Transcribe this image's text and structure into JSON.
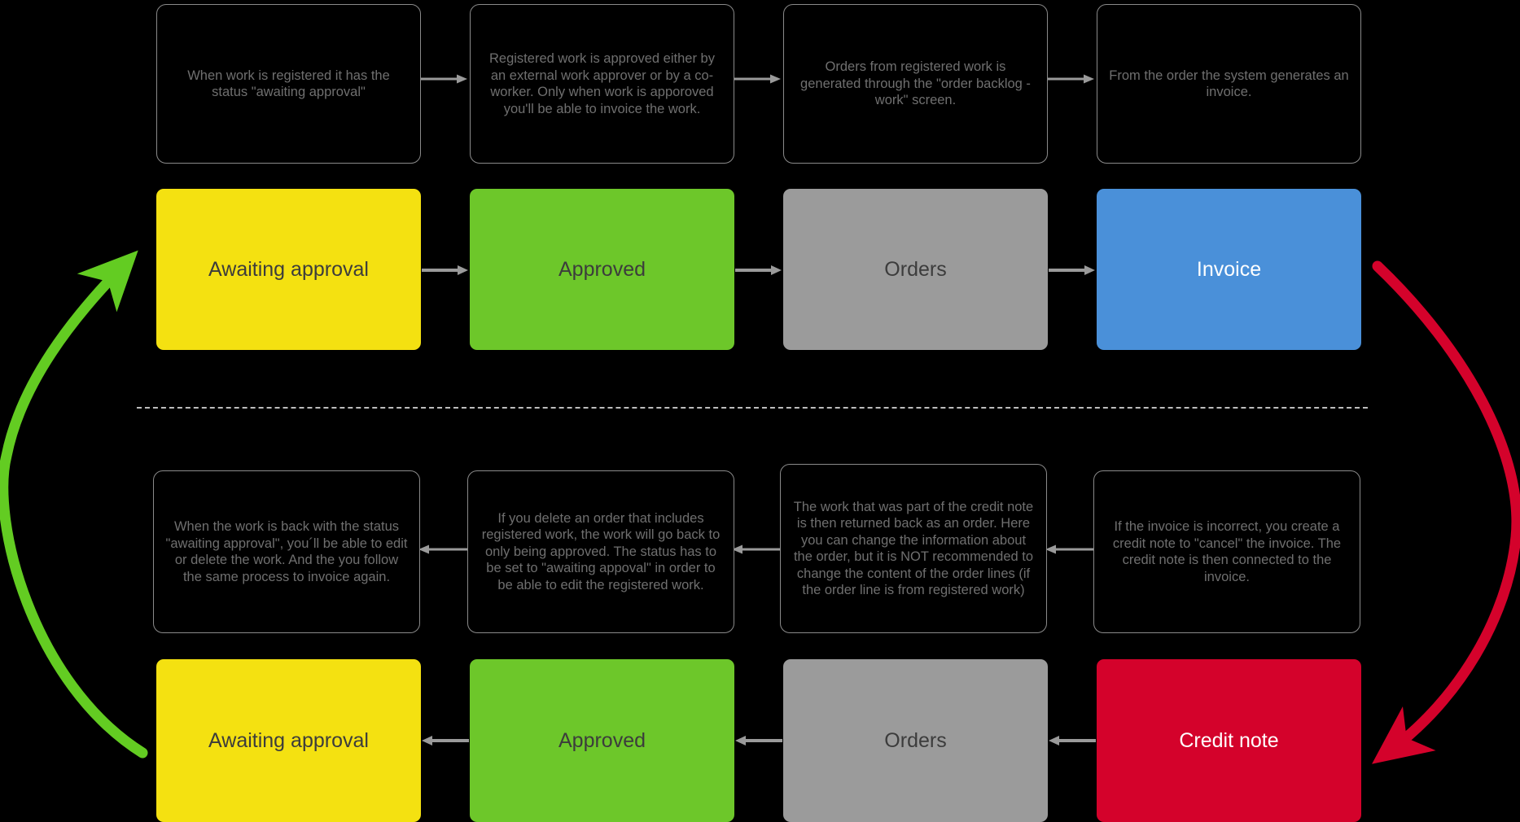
{
  "diagram": {
    "title": "Work registration to invoice and credit note flow",
    "background_color": "#000000",
    "divider_color": "#bdbdbd",
    "note_border_color": "#8a8a8a",
    "note_text_color": "#6f6f6f",
    "connector_color": "#9a9a9a"
  },
  "colors": {
    "awaiting_approval": "#F4E111",
    "approved": "#6DC72A",
    "orders": "#9B9B9B",
    "invoice": "#4A90D9",
    "credit_note": "#D4022B",
    "green_arrow": "#63CC22",
    "red_arrow": "#D4022B",
    "dark_label": "#3c3c3c",
    "light_label": "#ffffff"
  },
  "top_row": {
    "notes": [
      {
        "id": "note-registered",
        "text": "When work is registered it has the status \"awaiting approval\""
      },
      {
        "id": "note-approval",
        "text": "Registered work is approved either by an external work approver or by a co-worker. Only when work is apporoved you'll be able to invoice the work."
      },
      {
        "id": "note-orders",
        "text": "Orders from registered work is generated through the \"order backlog - work\" screen."
      },
      {
        "id": "note-invoice",
        "text": "From the order the system generates an invoice."
      }
    ],
    "statuses": [
      {
        "id": "status-awaiting-approval-top",
        "label": "Awaiting approval",
        "color_key": "awaiting_approval",
        "text_color_key": "dark_label"
      },
      {
        "id": "status-approved-top",
        "label": "Approved",
        "color_key": "approved",
        "text_color_key": "dark_label"
      },
      {
        "id": "status-orders-top",
        "label": "Orders",
        "color_key": "orders",
        "text_color_key": "dark_label"
      },
      {
        "id": "status-invoice-top",
        "label": "Invoice",
        "color_key": "invoice",
        "text_color_key": "light_label"
      }
    ],
    "flow_direction": "left-to-right"
  },
  "bottom_row": {
    "notes": [
      {
        "id": "note-back-awaiting",
        "text": "When the work is back with the status \"awaiting approval\", you´ll be able to edit or delete the work. And the you follow the same process to invoice again."
      },
      {
        "id": "note-delete-order",
        "text": "If you delete an order that includes registered work, the work will go back to only being approved. The status has to be set to \"awaiting appoval\" in order to be able to edit the registered work."
      },
      {
        "id": "note-credit-returned",
        "text": "The work that was part of the credit note is then returned back as an order. Here you can change the information about the order, but it is NOT recommended to change the content of the order lines (if the order line is from registered work)"
      },
      {
        "id": "note-credit-note",
        "text": "If the invoice is incorrect, you create a credit note to \"cancel\" the invoice. The credit note is then connected to the invoice."
      }
    ],
    "statuses": [
      {
        "id": "status-awaiting-approval-bottom",
        "label": "Awaiting approval",
        "color_key": "awaiting_approval",
        "text_color_key": "dark_label"
      },
      {
        "id": "status-approved-bottom",
        "label": "Approved",
        "color_key": "approved",
        "text_color_key": "dark_label"
      },
      {
        "id": "status-orders-bottom",
        "label": "Orders",
        "color_key": "orders",
        "text_color_key": "dark_label"
      },
      {
        "id": "status-credit-note-bottom",
        "label": "Credit note",
        "color_key": "credit_note",
        "text_color_key": "light_label"
      }
    ],
    "flow_direction": "right-to-left"
  },
  "curved_arrows": [
    {
      "id": "green-return-arrow",
      "color_key": "green_arrow",
      "from": "bottom Awaiting approval",
      "to": "top Awaiting approval",
      "direction": "upward"
    },
    {
      "id": "red-credit-arrow",
      "color_key": "red_arrow",
      "from": "top Invoice",
      "to": "bottom Credit note",
      "direction": "downward"
    }
  ]
}
